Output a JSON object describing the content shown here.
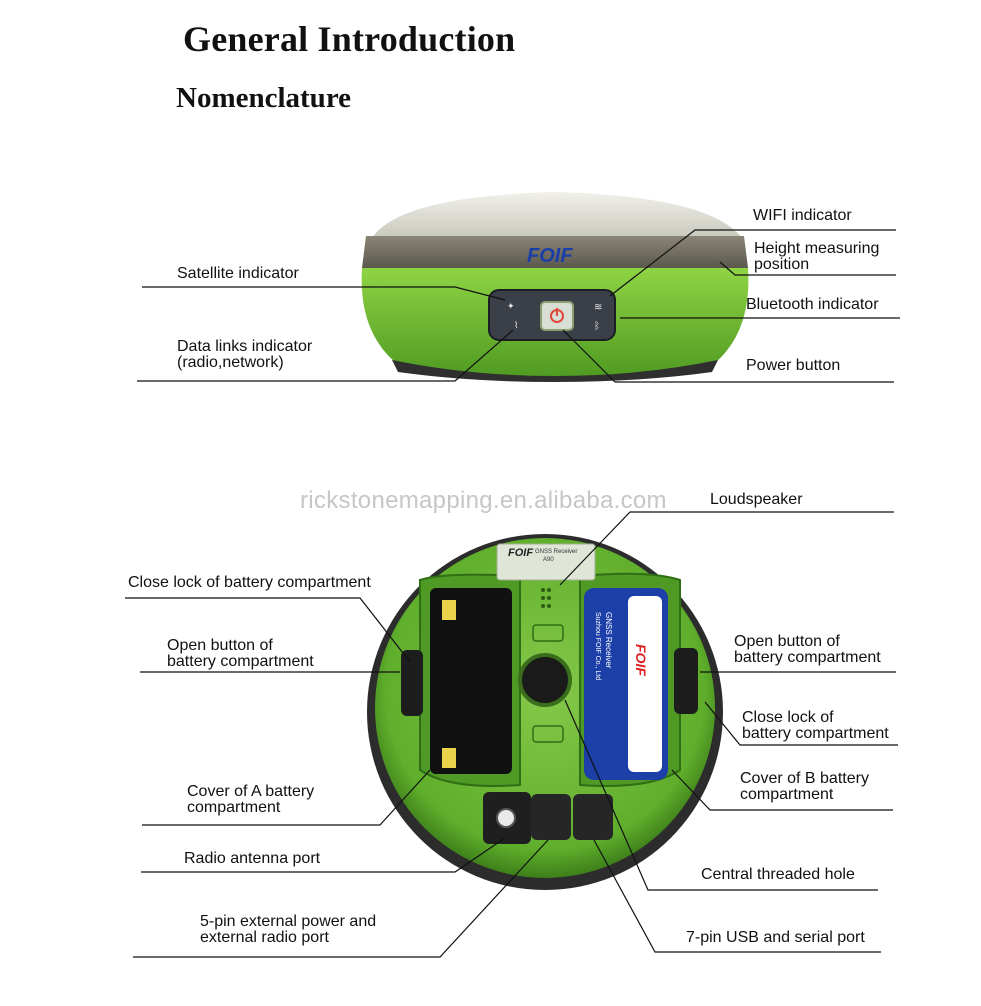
{
  "title": "General Introduction",
  "subtitle": "Nomenclature",
  "watermark": "rickstonemapping.en.alibaba.com",
  "top_view": {
    "brand": "FOIF",
    "labels": {
      "wifi": "WIFI indicator",
      "height_1": "Height measuring",
      "height_2": "position",
      "satellite": "Satellite indicator",
      "bluetooth": "Bluetooth indicator",
      "datalinks_1": "Data links indicator",
      "datalinks_2": "(radio,network)",
      "power": "Power button"
    }
  },
  "bottom_view": {
    "brand": "FOIF",
    "model_label": "GNSS Receiver",
    "model": "A90",
    "b_label": "GNSS Receiver",
    "b_company": "Suzhou FOIF Co., Ltd",
    "labels": {
      "loudspeaker": "Loudspeaker",
      "close_lock_left": "Close lock of battery compartment",
      "open_left_1": "Open button of",
      "open_left_2": "battery compartment",
      "open_right_1": "Open button of",
      "open_right_2": "battery compartment",
      "close_right_1": "Close lock of",
      "close_right_2": "battery compartment",
      "cover_a_1": "Cover of A battery",
      "cover_a_2": "compartment",
      "cover_b_1": "Cover of B battery",
      "cover_b_2": "compartment",
      "radio_port": "Radio antenna port",
      "central_hole": "Central threaded hole",
      "fivepin_1": "5-pin external power and",
      "fivepin_2": "external radio port",
      "sevenpin": "7-pin USB and serial port"
    }
  },
  "colors": {
    "body_green": "#6fbf2f",
    "dark_green": "#3f8a1e",
    "dome": "#dcdcd4",
    "band": "#6e6a5e",
    "panel": "#3a3f48",
    "label_blue": "#1d3fa8"
  }
}
